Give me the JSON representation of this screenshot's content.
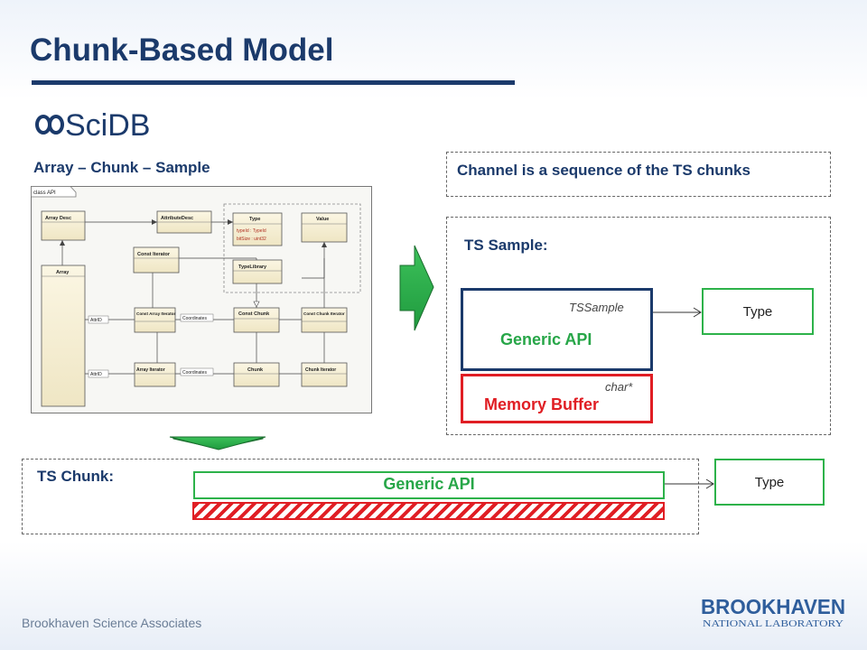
{
  "slide": {
    "title": "Chunk-Based Model",
    "subtitle": "Array – Chunk – Sample",
    "channel_text": "Channel is a sequence of the TS chunks",
    "footer_org": "Brookhaven Science Associates"
  },
  "logo": {
    "scidb_text": "SciDB",
    "bnl_name": "BROOKHAVEN",
    "bnl_sub": "NATIONAL LABORATORY"
  },
  "uml": {
    "frame_label": "class API",
    "classes": {
      "array_desc": "Array Desc",
      "attribute_desc": "AttributeDesc",
      "type": "Type",
      "value": "Value",
      "type_library": "TypeLibrary",
      "const_iterator": "Const Iterator",
      "array": "Array",
      "const_array_iterator": "Const Array Iterator",
      "const_chunk": "Const Chunk",
      "const_chunk_iterator": "Const Chunk Iterator",
      "array_iterator": "Array Iterator",
      "chunk": "Chunk",
      "chunk_iterator": "Chunk Iterator"
    },
    "type_fields": [
      "typeId : TypeId",
      "bitSize : uint32"
    ],
    "edge_labels": {
      "attrid_1": "AttrID",
      "attrid_2": "AttrID",
      "coordinates_1": "Coordinates",
      "coordinates_2": "Coordinates"
    }
  },
  "ts_sample": {
    "label": "TS Sample:",
    "class_name": "TSSample",
    "generic_api": "Generic API",
    "char_type": "char*",
    "memory_buffer": "Memory Buffer",
    "type_label": "Type"
  },
  "ts_chunk": {
    "label": "TS Chunk:",
    "generic_api": "Generic API",
    "type_label": "Type"
  },
  "colors": {
    "navy": "#1b3a6b",
    "green": "#2db24a",
    "red": "#e01e24",
    "arrow_green": "#2fae4e"
  }
}
